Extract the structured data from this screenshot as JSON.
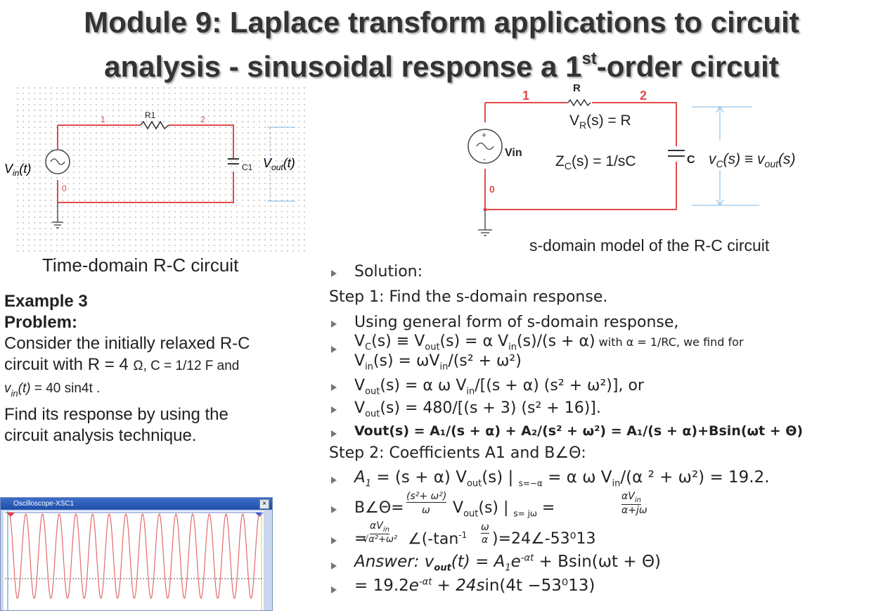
{
  "title": {
    "line1": "Module 9: Laplace transform applications to circuit",
    "line2_a": "analysis",
    "line2_dash": " - ",
    "line2_b": " sinusoidal response a 1",
    "line2_sup": "st",
    "line2_c": "-order circuit"
  },
  "time_circuit": {
    "node1": "1",
    "node2": "2",
    "resistor": "R1",
    "capacitor": "C1",
    "ground_node": "0",
    "vin_label": "V",
    "vin_sub": "in",
    "vin_t": "(t)",
    "vout_label": "V",
    "vout_sub": "out",
    "vout_t": "(t)",
    "caption": "Time-domain R-C circuit"
  },
  "s_circuit": {
    "node1": "1",
    "node2": "2",
    "resistor": "R",
    "vr_label": "V",
    "vr_sub": "R",
    "vr_rest": "(s) = R",
    "vin": "Vin",
    "zc_label": "Z",
    "zc_sub": "C",
    "zc_rest": "(s) = 1/sC",
    "cap": "C",
    "vc_label": "v",
    "vc_sub": "C",
    "vc_rest": "(s) ≡ v",
    "vc_sub2": "out",
    "vc_end": "(s)",
    "ground_node": "0",
    "caption": "s-domain model of the R-C circuit"
  },
  "example": {
    "heading": "Example 3",
    "problem": "Problem:",
    "p1": "Consider the initially relaxed R-C",
    "p2a": "circuit with R = 4 ",
    "p2b": "Ω, C = 1/12 F and",
    "p3_v": "v",
    "p3_sub": "in",
    "p3_t": "(t)",
    "p3_rest": " = 40 sin4t .",
    "p4": "Find its response by using the",
    "p5": "circuit analysis technique."
  },
  "scope": {
    "title": "Oscilloscope-XSC1",
    "close": "×",
    "wave": {
      "cycles": 15
    }
  },
  "solution": {
    "s0": "Solution:",
    "s1": "Step 1: Find the s-domain response.",
    "s2": "Using general form of s-domain response,",
    "s3a": "V",
    "s3b": "C",
    "s3c": "(s) ≡ V",
    "s3d": "out",
    "s3e": "(s) = α V",
    "s3f": "in",
    "s3g": "(s)/(s + α)",
    "s3h": " with α = 1/RC, we find for",
    "s3i": "V",
    "s3j": "in",
    "s3k": "(s) = ωV",
    "s3l": "in",
    "s3m": "/(s² + ω²)",
    "s4a": "V",
    "s4b": "out",
    "s4c": "(s) = α ω V",
    "s4d": "in",
    "s4e": "/[(s + α) (s² + ω²)], or",
    "s5a": "V",
    "s5b": "out",
    "s5c": "(s) = 480/[(s + 3) (s² + 16)].",
    "s6": "Vout(s) = A₁/(s + α) + A₂/(s² + ω²) = A₁/(s + α)+Bsin(ωt + Θ)",
    "s7": "Step 2: Coefficients A1 and B∠Θ:",
    "s8a": "A",
    "s8b": "1",
    "s8c": " = (s + α) V",
    "s8d": "out",
    "s8e": "(s)  | ",
    "s8f": "s=−α",
    "s8g": " = α ω V",
    "s8h": "in",
    "s8i": "/(α ² + ω²) = 19.2.",
    "s9a": "B∠Θ=",
    "s9_num": "(s²+ ω²)",
    "s9_den": "ω",
    "s9b": " V",
    "s9c": "out",
    "s9d": "(s) | ",
    "s9e": "s= jω",
    "s9f": " =",
    "s9_num2": "αV",
    "s9_num2_sub": "in",
    "s9_den2": "α+jω",
    "s10a": "=",
    "s10_num": "αV",
    "s10_num_sub": "in",
    "s10_den": "√α²+ω²",
    "s10b": "∠(-tan",
    "s10_sup": "-1",
    "s10_num3": "ω",
    "s10_den3": "α",
    "s10c": ")=24∠-53⁰13",
    "s11a": "Answer: v",
    "s11b": "out",
    "s11c": "(t) = ",
    "s11d": " A",
    "s11e": "1",
    "s11f": "e",
    "s11g": "-αt",
    "s11h": " + Bsin(ωt + Θ)",
    "s12a": "= 19.2",
    "s12b": "e",
    "s12c": "-αt",
    "s12d": " + 24",
    "s12e": "s",
    "s12f": "in(4t  −53⁰13)"
  }
}
